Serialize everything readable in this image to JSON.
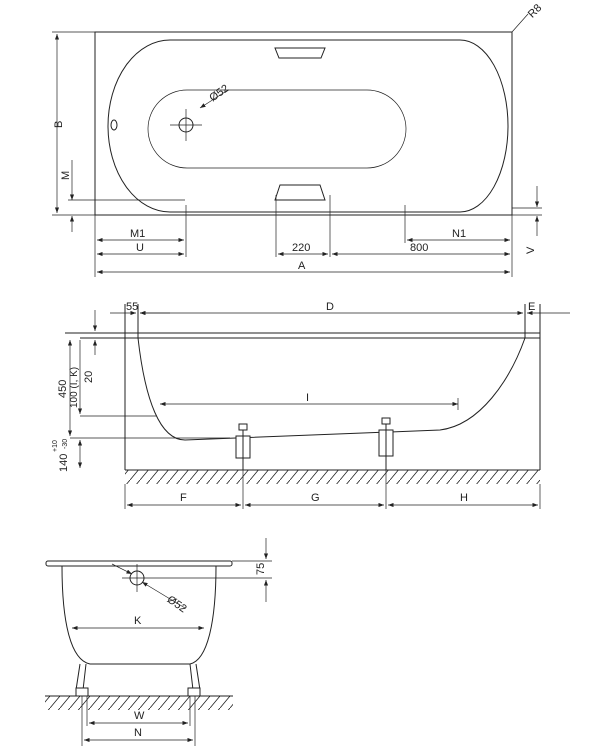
{
  "top_view": {
    "labels": {
      "radius": "R8",
      "drain": "Ø52",
      "B": "B",
      "M": "M",
      "M1": "M1",
      "U": "U",
      "d220": "220",
      "d800": "800",
      "N1": "N1",
      "V": "V",
      "A": "A"
    }
  },
  "side_view": {
    "labels": {
      "d55": "55",
      "D": "D",
      "E": "E",
      "d450": "450",
      "d100": "100 (I, K)",
      "d20": "20",
      "d140": "140",
      "tol_plus": "+10",
      "tol_minus": "-30",
      "I": "I",
      "F": "F",
      "G": "G",
      "H": "H"
    }
  },
  "end_view": {
    "labels": {
      "d75": "75",
      "drain": "Ø52",
      "K": "K",
      "W": "W",
      "N": "N"
    }
  },
  "colors": {
    "line": "#222222",
    "background": "#ffffff"
  }
}
